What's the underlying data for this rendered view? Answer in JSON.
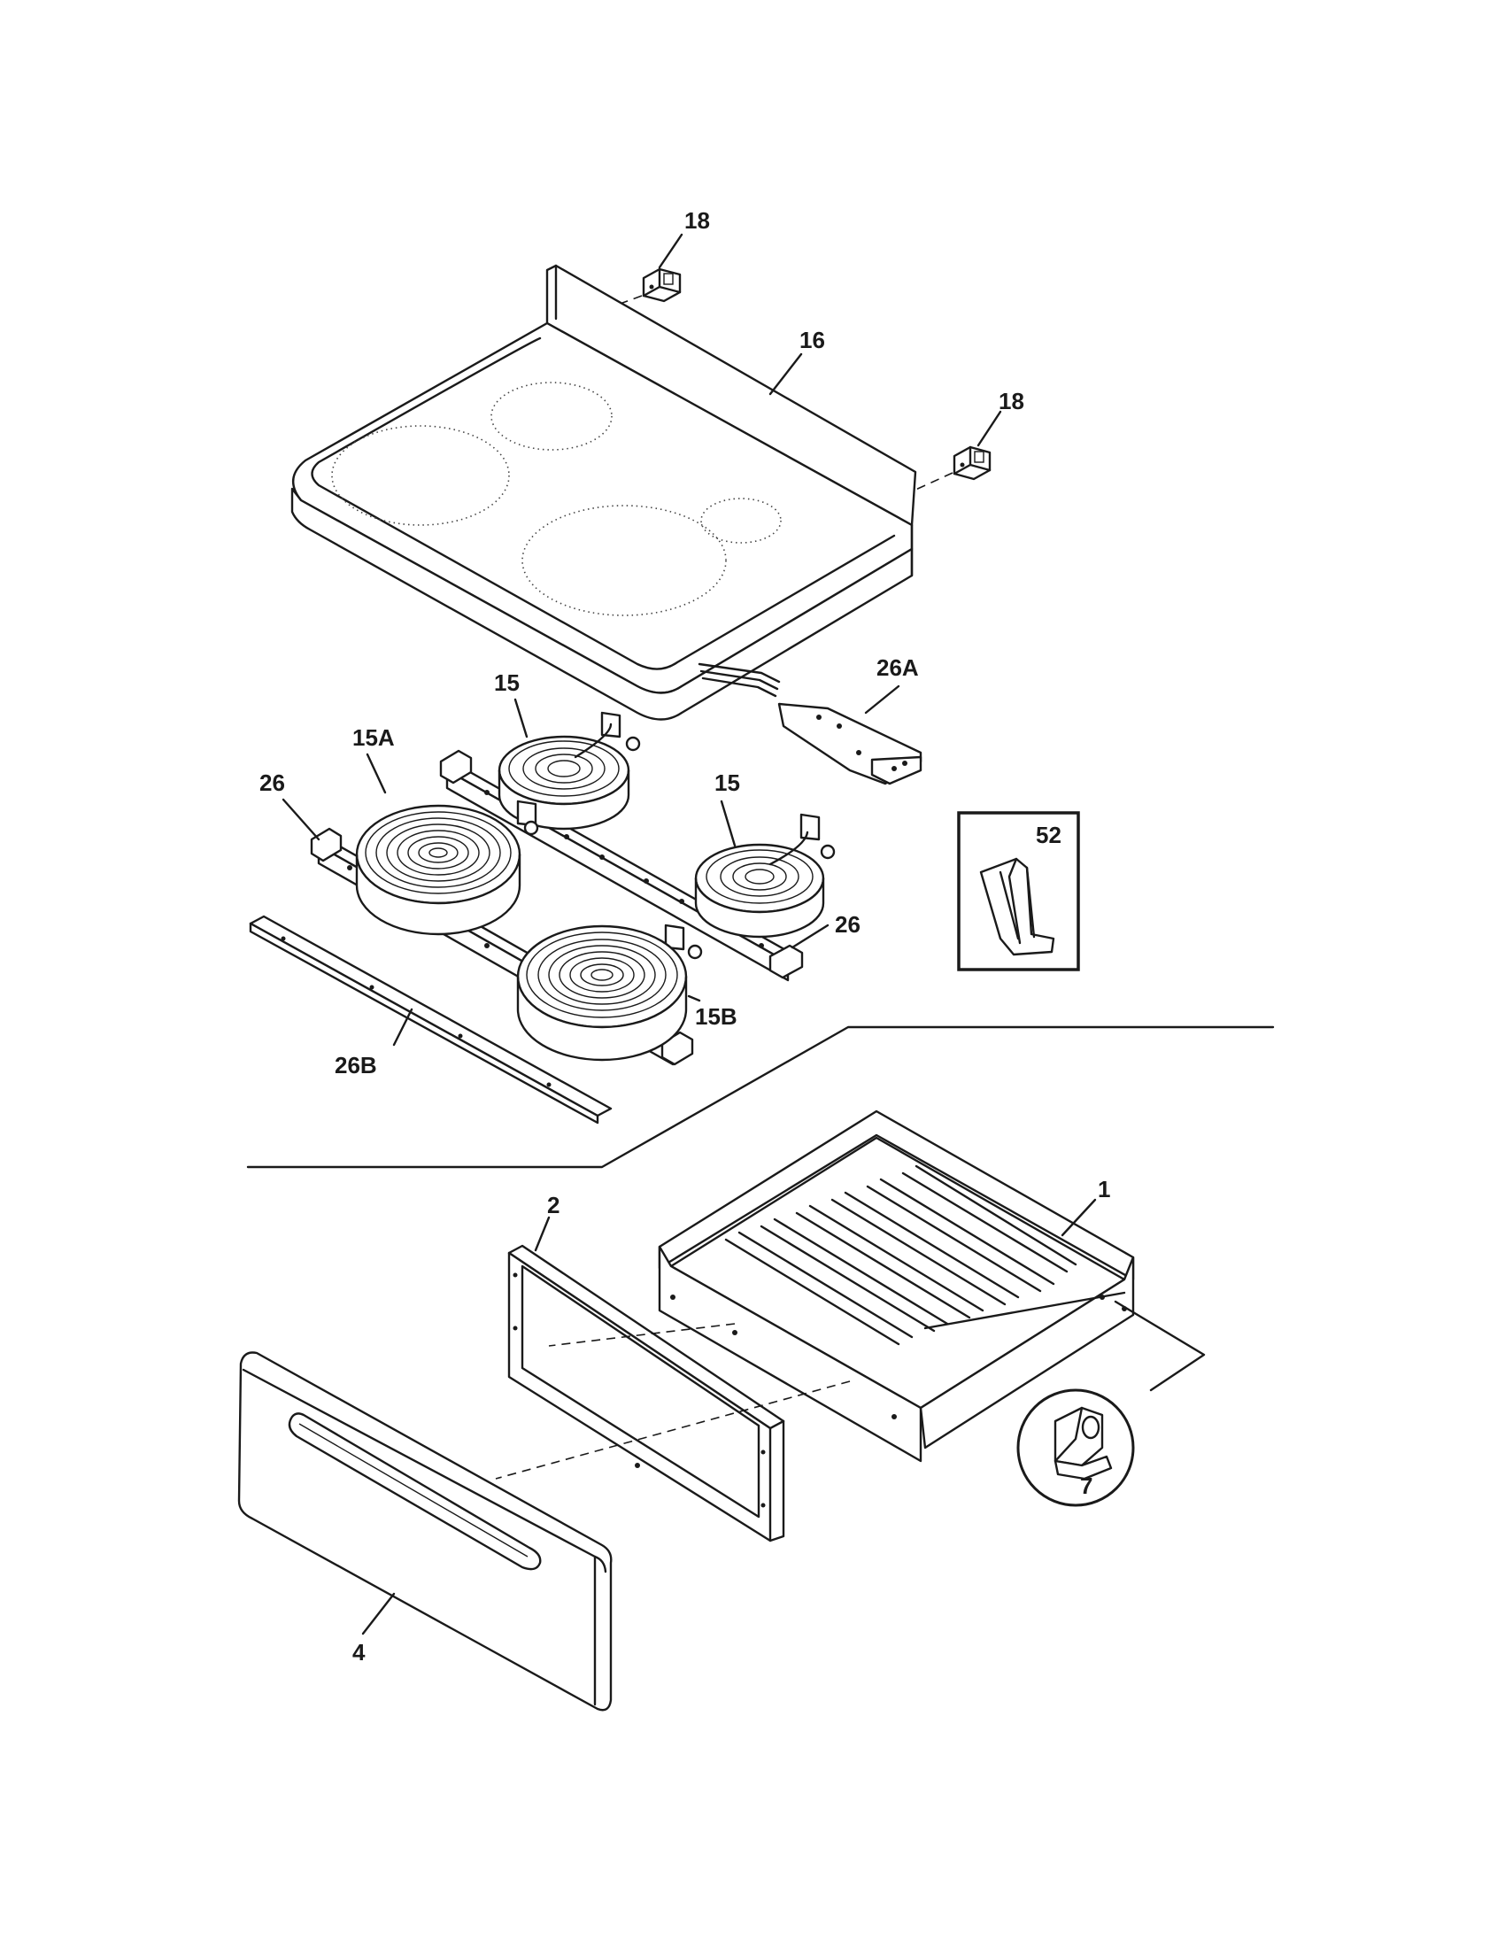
{
  "callouts": {
    "c18a": "18",
    "c16": "16",
    "c18b": "18",
    "c26A": "26A",
    "c15a": "15",
    "c15A": "15A",
    "c26a": "26",
    "c15b": "15",
    "c52": "52",
    "c26b": "26",
    "c15B": "15B",
    "c26B": "26B",
    "c1": "1",
    "c2": "2",
    "c7": "7",
    "c4": "4"
  }
}
